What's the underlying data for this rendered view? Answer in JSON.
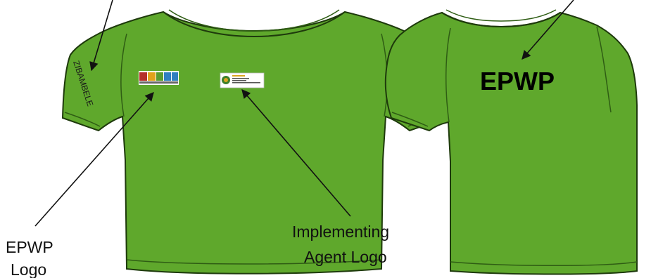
{
  "diagram": {
    "labels": {
      "epwp_logo_line1": "EPWP",
      "epwp_logo_line2": "Logo",
      "agent_logo_line1": "Implementing",
      "agent_logo_line2": "Agent Logo"
    },
    "sleeve_text": "ZIBAMBELE",
    "back_print": "EPWP"
  },
  "colors": {
    "shirt": "#5fa82c",
    "shirt_dark": "#3f7f19",
    "outline": "#1e3a0c",
    "arrow": "#111111"
  },
  "icons": {
    "epwp_badge": "epwp-logo-badge",
    "agent_badge": "implementing-agent-logo-badge"
  }
}
